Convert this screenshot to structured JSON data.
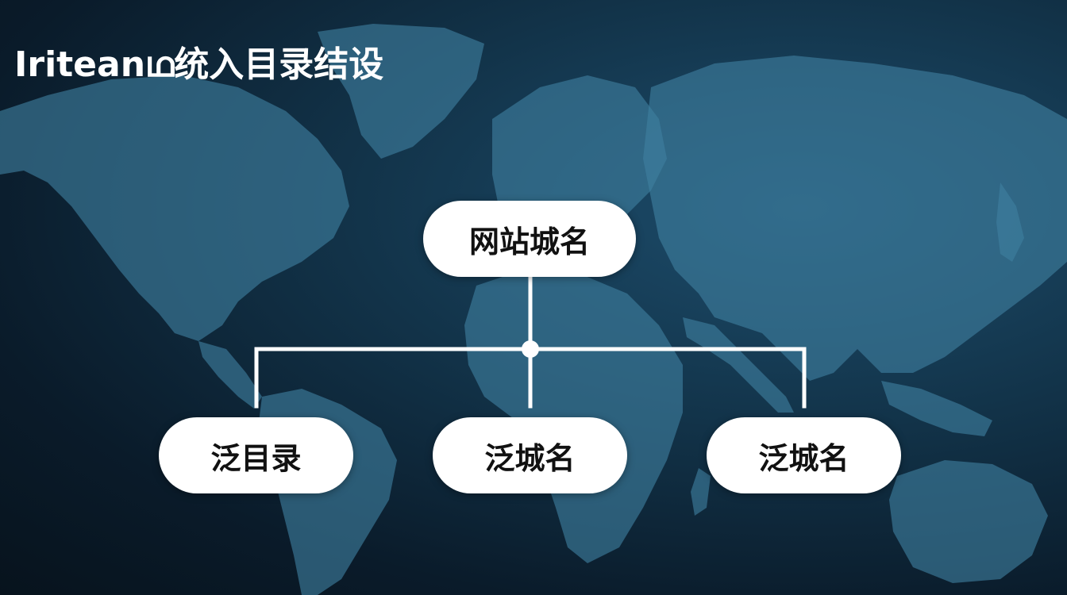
{
  "title": "Iriteanഥ统入目录结设",
  "diagram": {
    "root": {
      "label": "网站城名"
    },
    "children": [
      {
        "label": "泛目录"
      },
      {
        "label": "泛城名"
      },
      {
        "label": "泛城名"
      }
    ]
  },
  "colors": {
    "background_dark": "#07131d",
    "background_light": "#1d4d6c",
    "land": "#3f7f9f",
    "node_fill": "#ffffff",
    "node_text": "#111111",
    "connector": "#ffffff"
  }
}
